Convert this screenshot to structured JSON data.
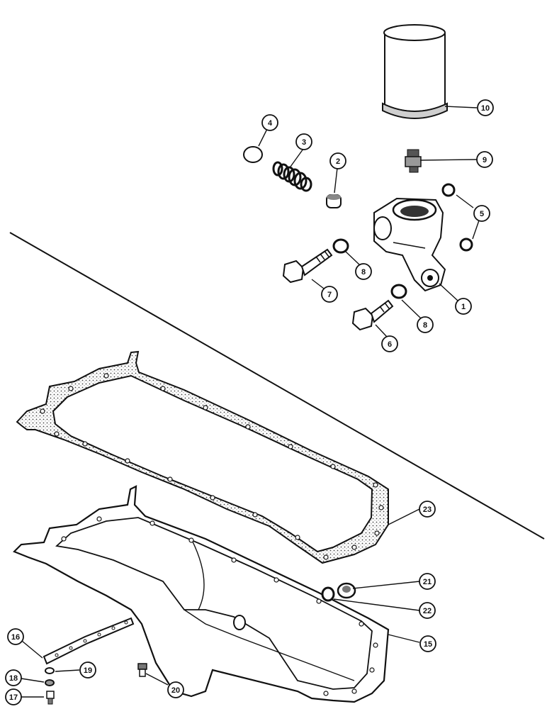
{
  "callouts": {
    "c1": "1",
    "c2": "2",
    "c3": "3",
    "c4": "4",
    "c5": "5",
    "c6": "6",
    "c7": "7",
    "c8a": "8",
    "c8b": "8",
    "c9": "9",
    "c10": "10",
    "c15": "15",
    "c16": "16",
    "c17": "17",
    "c18": "18",
    "c19": "19",
    "c20": "20",
    "c21": "21",
    "c22": "22",
    "c23": "23"
  }
}
